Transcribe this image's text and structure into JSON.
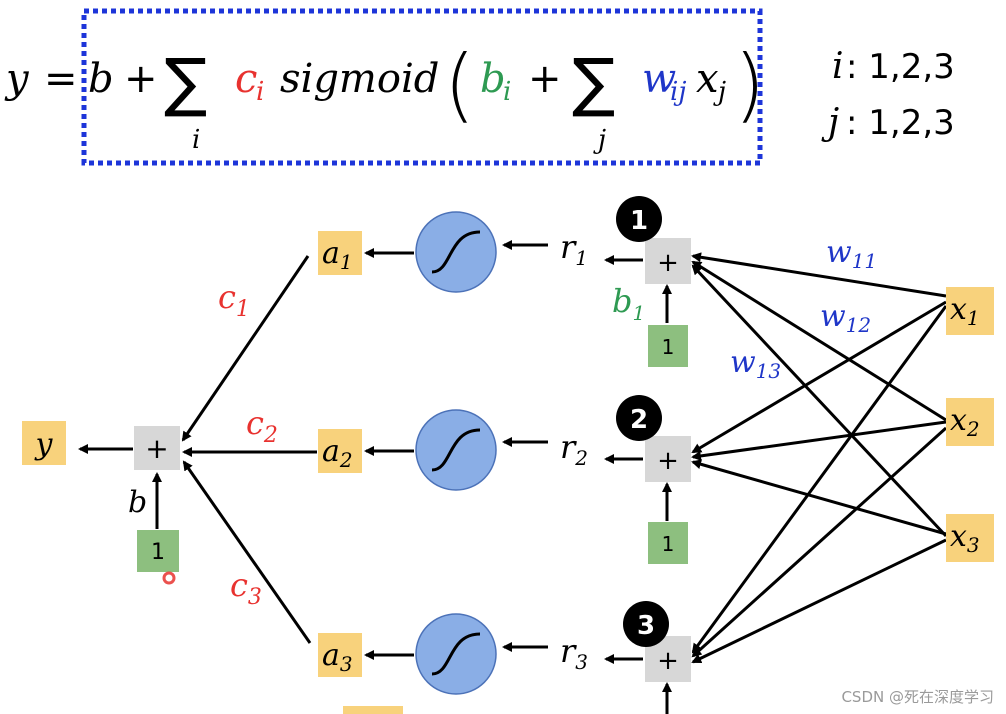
{
  "formula": {
    "y": "y",
    "eq": "=",
    "b": "b",
    "plus": "+",
    "sum": "∑",
    "sum_index_i": "i",
    "c": "c",
    "c_sub": "i",
    "sigmoid": "sigmoid",
    "lparen": "(",
    "rparen": ")",
    "bi": "b",
    "bi_sub": "i",
    "sum_index_j": "j",
    "w": "w",
    "w_sub": "ij",
    "x": "x",
    "x_sub": "j"
  },
  "ranges": {
    "i_label": "i",
    "i_values": ": 1,2,3",
    "j_label": "j",
    "j_values": ": 1,2,3"
  },
  "network": {
    "output_label": "y",
    "plus_sign": "+",
    "bias_input_value": "1",
    "bias_label": "b",
    "a_labels": [
      {
        "base": "a",
        "sub": "1"
      },
      {
        "base": "a",
        "sub": "2"
      },
      {
        "base": "a",
        "sub": "3"
      }
    ],
    "c_labels": [
      {
        "base": "c",
        "sub": "1"
      },
      {
        "base": "c",
        "sub": "2"
      },
      {
        "base": "c",
        "sub": "3"
      }
    ],
    "r_labels": [
      {
        "base": "r",
        "sub": "1"
      },
      {
        "base": "r",
        "sub": "2"
      },
      {
        "base": "r",
        "sub": "3"
      }
    ],
    "neuron_numbers": [
      "1",
      "2",
      "3"
    ],
    "hidden_bias_values": [
      "1",
      "1"
    ],
    "b1_label": {
      "base": "b",
      "sub": "1"
    },
    "w_labels": [
      {
        "base": "w",
        "sub": "11"
      },
      {
        "base": "w",
        "sub": "12"
      },
      {
        "base": "w",
        "sub": "13"
      }
    ],
    "x_labels": [
      {
        "base": "x",
        "sub": "1"
      },
      {
        "base": "x",
        "sub": "2"
      },
      {
        "base": "x",
        "sub": "3"
      }
    ]
  },
  "watermark": "CSDN @死在深度学习",
  "colors": {
    "red": "#e8322f",
    "green": "#2e9a52",
    "blue": "#1f36c8",
    "dotted_border": "#1d35d9",
    "yellow_box": "#f8d27c",
    "green_box": "#8dbf7f",
    "gray_box": "#d7d7d7",
    "sigmoid_fill": "#8aaee6"
  }
}
